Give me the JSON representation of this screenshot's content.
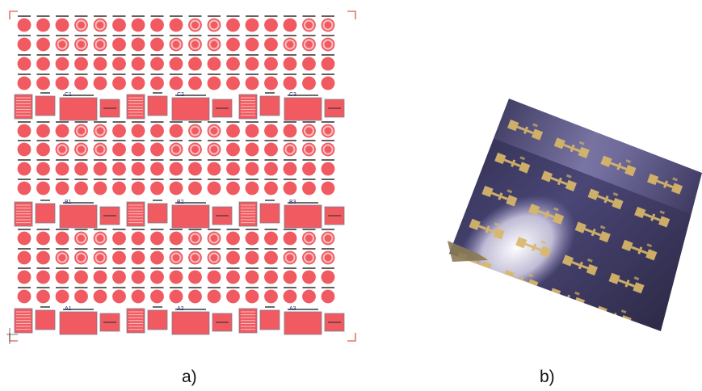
{
  "figure": {
    "panel_a": {
      "caption": "a)",
      "group_labels": [
        "C1",
        "C2",
        "C3",
        "B1",
        "B2",
        "B3",
        "A1",
        "A2",
        "A3"
      ],
      "colors": {
        "pad_fill": "#f05a60",
        "pad_ring": "#f8c0c2",
        "outline": "#7f7f8f",
        "line": "#3a3a3a",
        "label": "#2a2a70",
        "corner_marks": "#e07a60"
      }
    },
    "panel_b": {
      "caption": "b)",
      "colors": {
        "substrate": "#3a3660",
        "gold": "#d9b86a",
        "glare": "#f2eefb"
      }
    }
  }
}
